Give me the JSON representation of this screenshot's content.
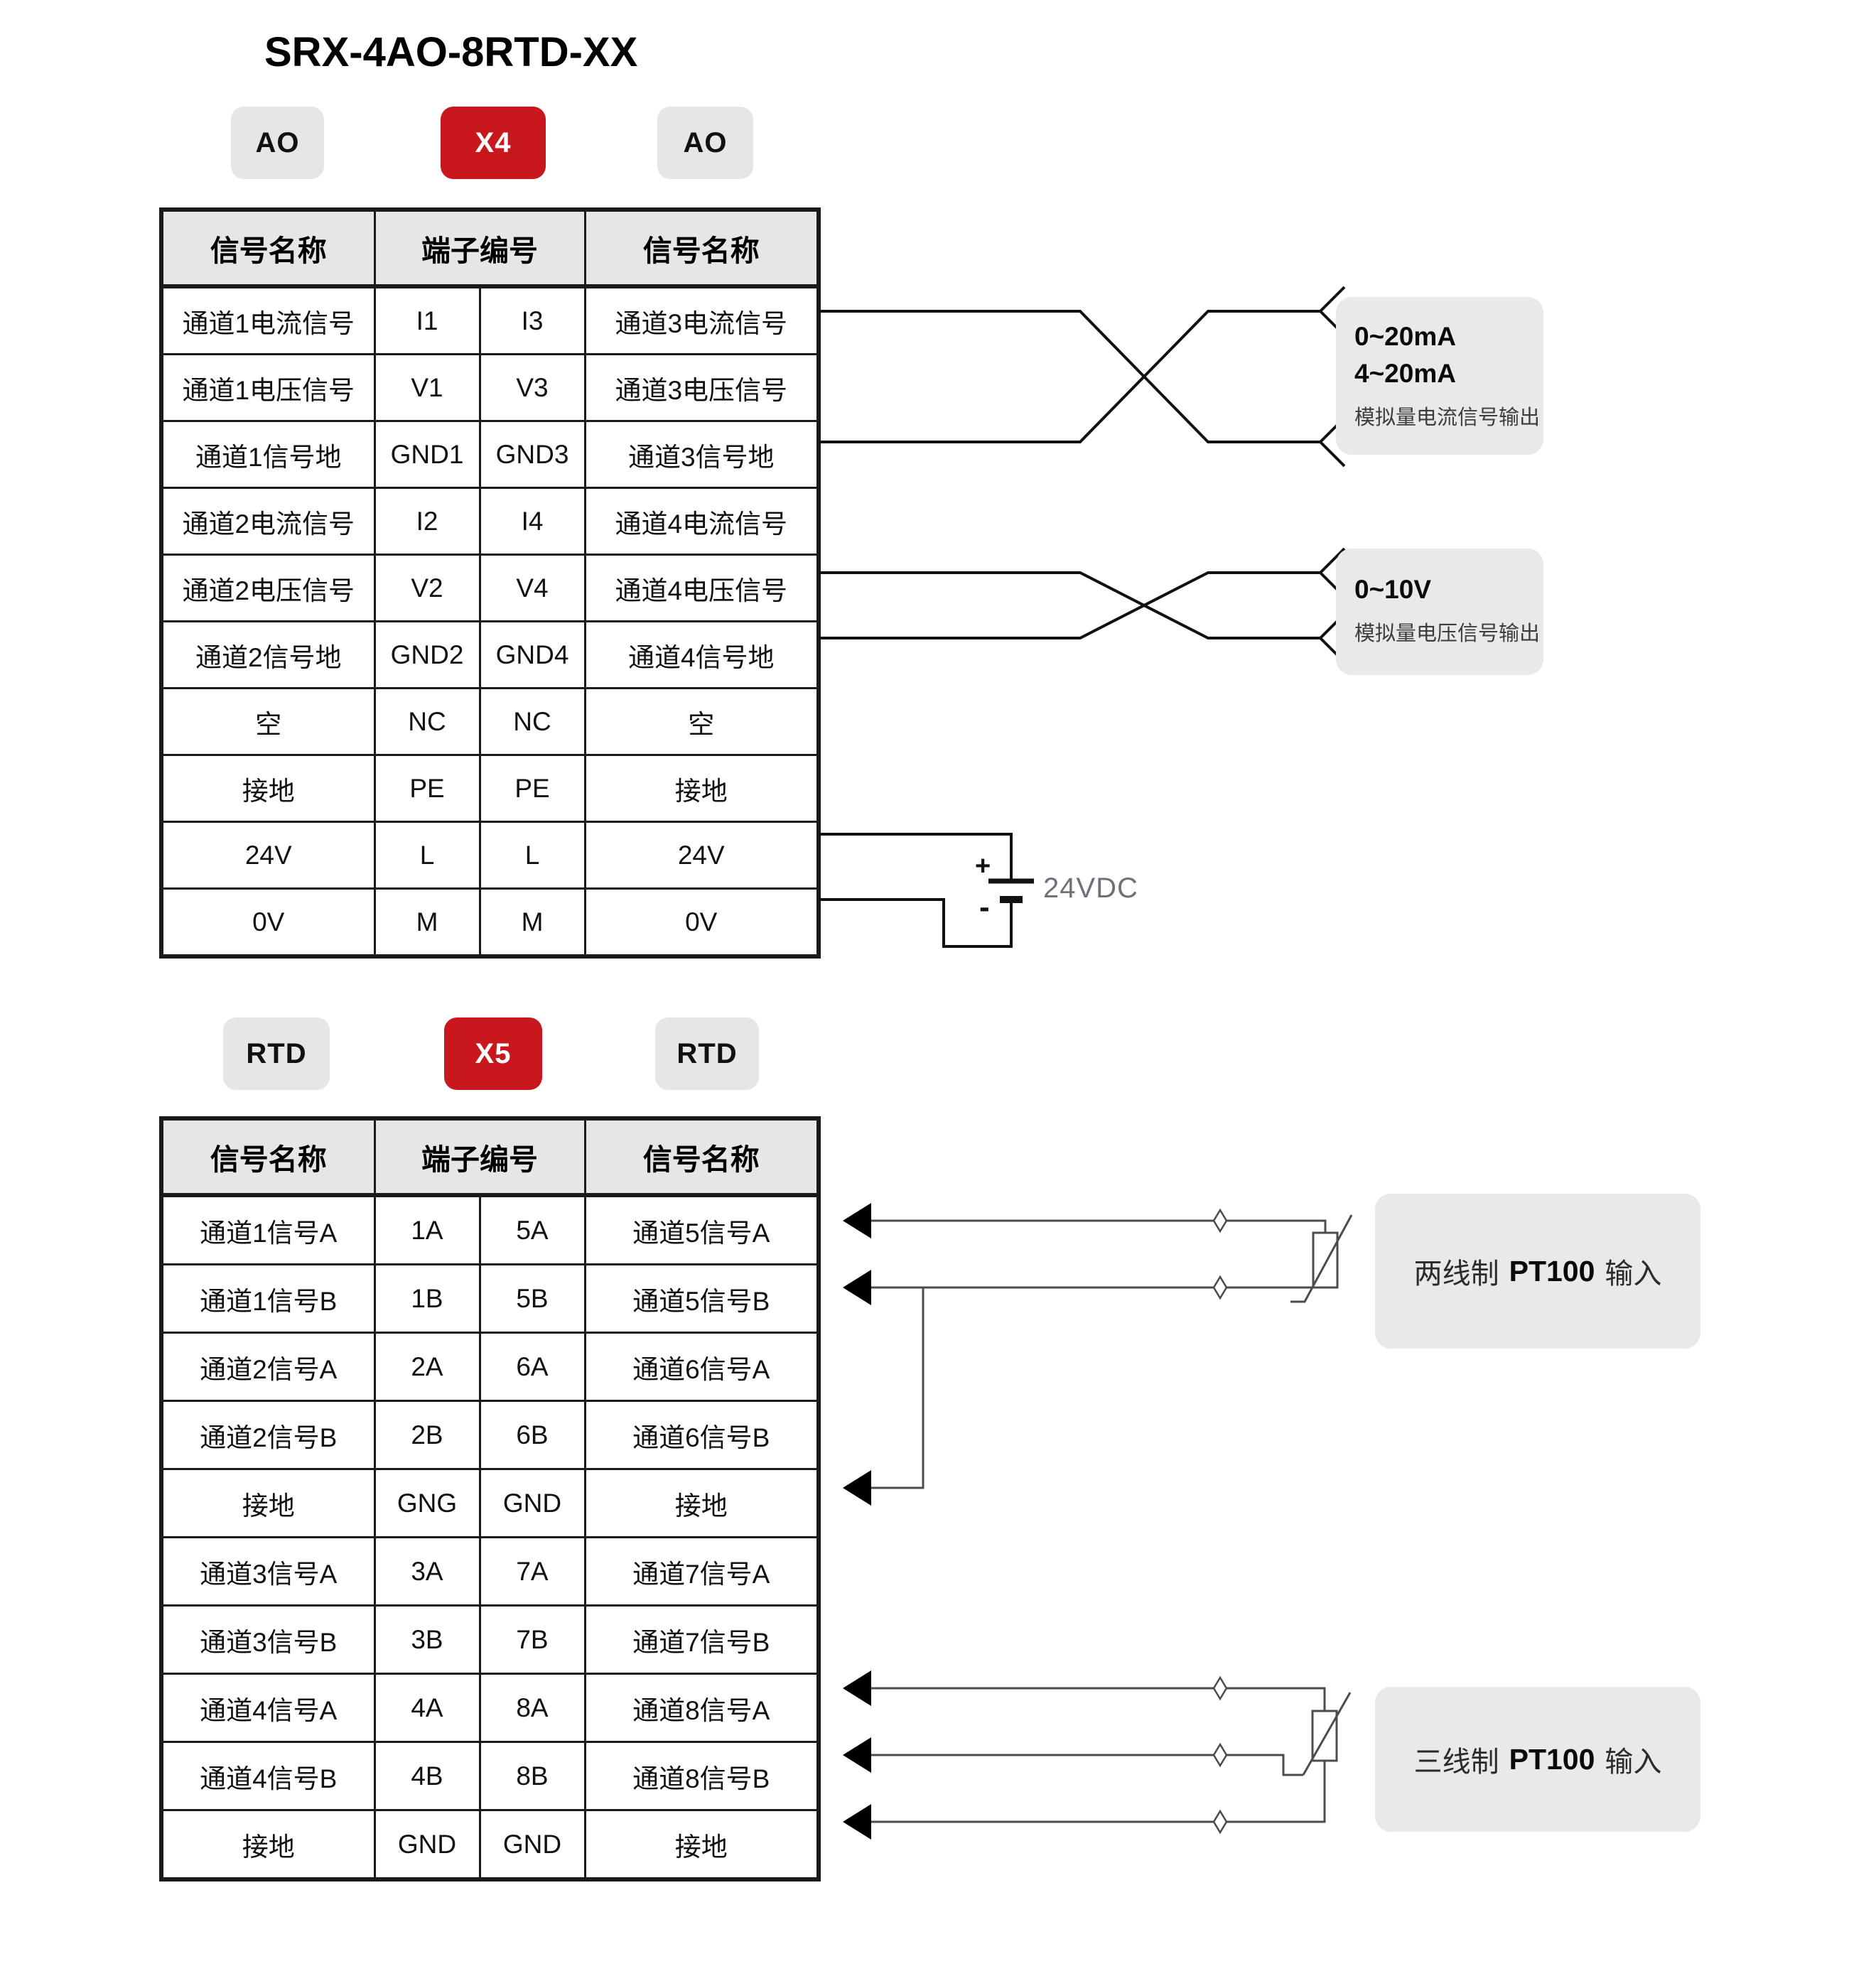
{
  "title": "SRX-4AO-8RTD-XX",
  "colors": {
    "accent_red": "#c9171e",
    "badge_gray": "#e6e6e6",
    "note_gray": "#e9e9e9",
    "wire_dark": "#111111",
    "wire_gray": "#4c4c4c",
    "battery_label_gray": "#70707a"
  },
  "icons": {
    "input_arrow": "solid-left-triangle",
    "wire_tap": "small-diamond",
    "rtd_sensor": "thermistor-symbol",
    "crossover": "twisted-pair-cross",
    "power_source": "battery-cell",
    "output_chevron": "open-left-chevron"
  },
  "section1": {
    "badges": [
      {
        "label": "AO",
        "variant": "gray"
      },
      {
        "label": "X4",
        "variant": "red"
      },
      {
        "label": "AO",
        "variant": "gray"
      }
    ],
    "table": {
      "headers": [
        "信号名称",
        "端子编号",
        "信号名称"
      ],
      "rows": [
        [
          "通道1电流信号",
          "I1",
          "I3",
          "通道3电流信号"
        ],
        [
          "通道1电压信号",
          "V1",
          "V3",
          "通道3电压信号"
        ],
        [
          "通道1信号地",
          "GND1",
          "GND3",
          "通道3信号地"
        ],
        [
          "通道2电流信号",
          "I2",
          "I4",
          "通道4电流信号"
        ],
        [
          "通道2电压信号",
          "V2",
          "V4",
          "通道4电压信号"
        ],
        [
          "通道2信号地",
          "GND2",
          "GND4",
          "通道4信号地"
        ],
        [
          "空",
          "NC",
          "NC",
          "空"
        ],
        [
          "接地",
          "PE",
          "PE",
          "接地"
        ],
        [
          "24V",
          "L",
          "L",
          "24V"
        ],
        [
          "0V",
          "M",
          "M",
          "0V"
        ]
      ]
    },
    "annotations": {
      "current_output": {
        "line1": "0~20mA",
        "line2": "4~20mA",
        "sub": "模拟量电流信号输出"
      },
      "voltage_output": {
        "line1": "0~10V",
        "sub": "模拟量电压信号输出"
      }
    },
    "battery": {
      "plus": "+",
      "minus": "-",
      "label": "24VDC"
    }
  },
  "section2": {
    "badges": [
      {
        "label": "RTD",
        "variant": "gray"
      },
      {
        "label": "X5",
        "variant": "red"
      },
      {
        "label": "RTD",
        "variant": "gray"
      }
    ],
    "table": {
      "headers": [
        "信号名称",
        "端子编号",
        "信号名称"
      ],
      "rows": [
        [
          "通道1信号A",
          "1A",
          "5A",
          "通道5信号A"
        ],
        [
          "通道1信号B",
          "1B",
          "5B",
          "通道5信号B"
        ],
        [
          "通道2信号A",
          "2A",
          "6A",
          "通道6信号A"
        ],
        [
          "通道2信号B",
          "2B",
          "6B",
          "通道6信号B"
        ],
        [
          "接地",
          "GNG",
          "GND",
          "接地"
        ],
        [
          "通道3信号A",
          "3A",
          "7A",
          "通道7信号A"
        ],
        [
          "通道3信号B",
          "3B",
          "7B",
          "通道7信号B"
        ],
        [
          "通道4信号A",
          "4A",
          "8A",
          "通道8信号A"
        ],
        [
          "通道4信号B",
          "4B",
          "8B",
          "通道8信号B"
        ],
        [
          "接地",
          "GND",
          "GND",
          "接地"
        ]
      ]
    },
    "annotations": {
      "pt100_two_wire": {
        "prefix": "两线制",
        "bold": "PT100",
        "suffix": "输入"
      },
      "pt100_three_wire": {
        "prefix": "三线制",
        "bold": "PT100",
        "suffix": "输入"
      }
    }
  }
}
